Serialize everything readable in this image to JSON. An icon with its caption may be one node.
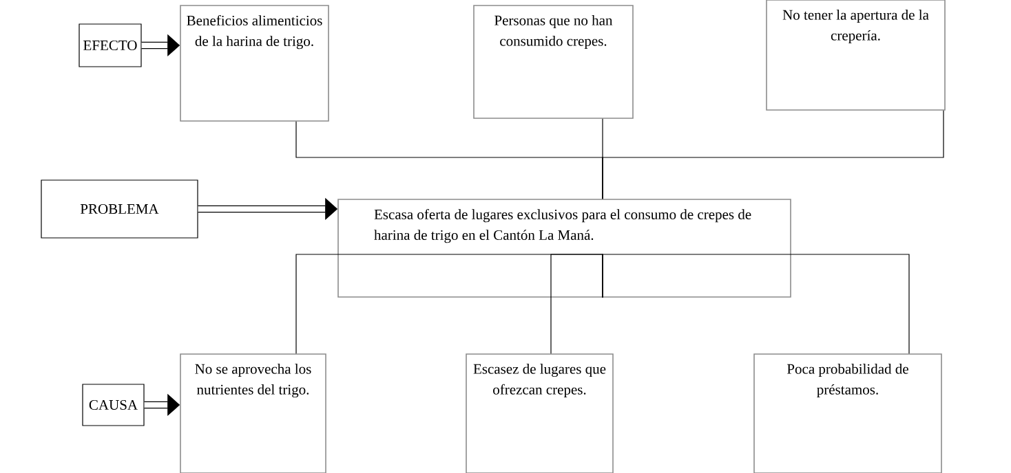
{
  "diagram": {
    "nodes": [
      {
        "text": [
          "EFECTO"
        ]
      },
      {
        "text": [
          "Beneficios alimenticios de la harina de trigo."
        ]
      },
      {
        "text": [
          "Personas que no han consumido crepes."
        ]
      },
      {
        "text": [
          "No tener la apertura de la crepería."
        ]
      },
      {
        "text": [
          "PROBLEMA"
        ]
      },
      {
        "text": [
          "Escasa oferta de lugares exclusivos para el consumo de crepes de harina de trigo en el Cantón La Maná."
        ]
      },
      {
        "text": [
          "CAUSA"
        ]
      },
      {
        "text": [
          "No se aprovecha los nutrientes del trigo."
        ]
      },
      {
        "text": [
          "Escasez de lugares que ofrezcan crepes."
        ]
      },
      {
        "text": [
          "Poca probabilidad de préstamos."
        ]
      }
    ],
    "edges": [
      {
        "from": 0,
        "to": 1,
        "arrow": "to",
        "style": "thick"
      },
      {
        "from": 4,
        "to": 5,
        "arrow": "to",
        "style": "thick"
      },
      {
        "from": 6,
        "to": 7,
        "arrow": "to",
        "style": "thick"
      },
      {
        "from": 1,
        "to": 5,
        "arrow": "none"
      },
      {
        "from": 2,
        "to": 5,
        "arrow": "none"
      },
      {
        "from": 3,
        "to": 5,
        "arrow": "none"
      },
      {
        "from": 5,
        "to": 7,
        "arrow": "none"
      },
      {
        "from": 5,
        "to": 8,
        "arrow": "none"
      },
      {
        "from": 5,
        "to": 9,
        "arrow": "none"
      }
    ]
  }
}
